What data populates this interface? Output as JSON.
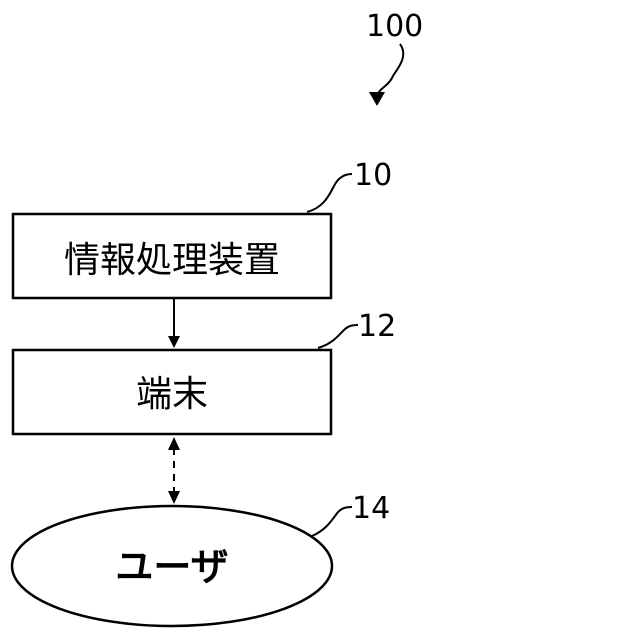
{
  "figure": {
    "system_ref": "100",
    "nodes": {
      "info_device": {
        "label": "情報処理装置",
        "ref": "10"
      },
      "terminal": {
        "label": "端末",
        "ref": "12"
      },
      "user": {
        "label": "ユーザ",
        "ref": "14"
      }
    },
    "edges": [
      {
        "from": "info_device",
        "to": "terminal",
        "style": "solid",
        "direction": "one-way"
      },
      {
        "from": "terminal",
        "to": "user",
        "style": "dashed",
        "direction": "two-way"
      }
    ]
  }
}
